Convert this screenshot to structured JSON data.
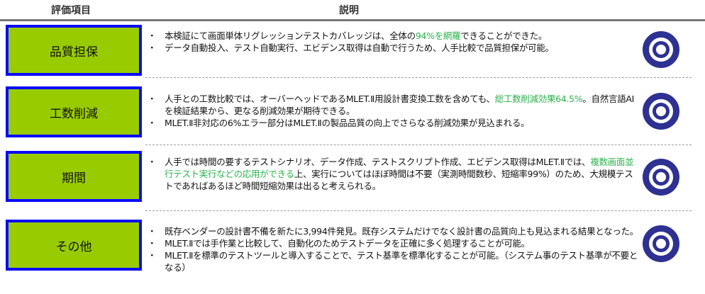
{
  "header": {
    "item_label": "評価項目",
    "desc_label": "説明"
  },
  "rows": [
    {
      "label": "品質担保",
      "rating_icon": "double-circle",
      "bullets": [
        [
          {
            "t": "本検証にて画面単体リグレッションテストカバレッジは、全体の"
          },
          {
            "t": "94%を網羅",
            "g": true
          },
          {
            "t": "できることができた。"
          }
        ],
        [
          {
            "t": "データ自動投入、テスト自動実行、エビデンス取得は自動で行うため、人手比較で品質担保が可能。"
          }
        ]
      ]
    },
    {
      "label": "工数削減",
      "rating_icon": "double-circle",
      "bullets": [
        [
          {
            "t": "人手との工数比較では、オーバーヘッドであるMLET.Ⅱ用設計書変換工数を含めても、"
          },
          {
            "t": "総工数削減効果64.5%",
            "g": true
          },
          {
            "t": "。自然言語AIを検証結果から、更なる削減効果が期待できる。"
          }
        ],
        [
          {
            "t": "MLET.Ⅱ非対応の6%エラー部分はMLET.Ⅱの製品品質の向上でさらなる削減効果が見込まれる。"
          }
        ]
      ]
    },
    {
      "label": "期間",
      "rating_icon": "double-circle",
      "bullets": [
        [
          {
            "t": "人手では時間の要するテストシナリオ、データ作成、テストスクリプト作成、エビデンス取得はMLET.Ⅱでは、"
          },
          {
            "t": "複数画面並行テスト実行などの応用ができる",
            "g": true
          },
          {
            "t": "上、実行についてはほぼ時間は不要（実測時間数秒、短縮率99%）のため、大規模テストであればあるほど時間短縮効果は出ると考えられる。"
          }
        ]
      ]
    },
    {
      "label": "その他",
      "rating_icon": "double-circle",
      "bullets": [
        [
          {
            "t": "既存ベンダーの設計書不備を新たに3,994件発見。既存システムだけでなく設計書の品質向上も見込まれる結果となった。"
          }
        ],
        [
          {
            "t": "MLET.Ⅱでは手作業と比較して、自動化のためテストデータを正確に多く処理することが可能。"
          }
        ],
        [
          {
            "t": "MLET.Ⅱを標準のテストツールと導入することで、テスト基準を標準化することが可能。（システム事のテスト基準が不要となる）"
          }
        ]
      ]
    }
  ],
  "colors": {
    "box_fill": "#99cc00",
    "box_border": "#0a0aff",
    "highlight": "#2bb24c",
    "rating": "#2e3192"
  }
}
